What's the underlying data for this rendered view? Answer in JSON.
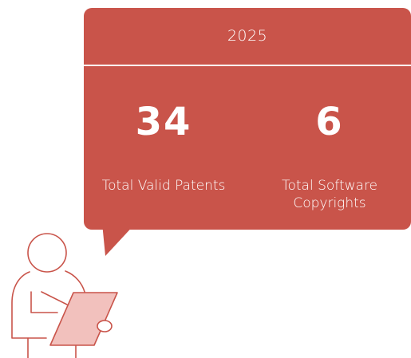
{
  "card": {
    "year": "2025",
    "stats": [
      {
        "value": "34",
        "label": "Total Valid Patents"
      },
      {
        "value": "6",
        "label": "Total Software Copyrights"
      }
    ]
  },
  "colors": {
    "card_background": "#c9544a",
    "card_text": "#ffffff",
    "illustration_stroke": "#c9544a",
    "clipboard_fill": "#f2c1bd"
  },
  "icons": {
    "illustration": "person-reading-clipboard-icon"
  }
}
